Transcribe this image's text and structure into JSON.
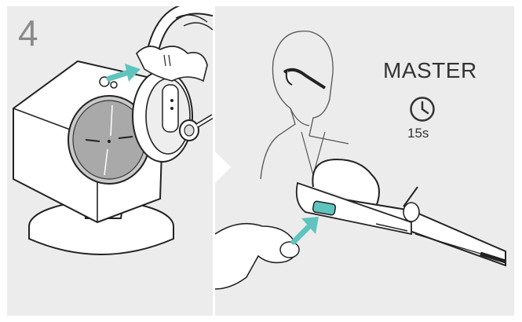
{
  "instruction": {
    "step_number": "4",
    "mode_label": "MASTER",
    "duration_label": "15s",
    "icons": [
      "clock-icon",
      "arrow-icon"
    ],
    "colors": {
      "panel_bg": "#ececec",
      "line": "#222222",
      "arrow_accent": "#5fc4bd",
      "text": "#333333",
      "step_number": "#8a8a8a"
    }
  }
}
